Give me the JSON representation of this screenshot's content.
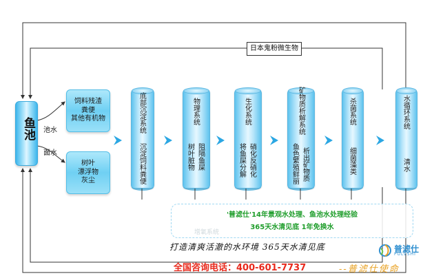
{
  "fish_pond": "鱼池",
  "pond_water_label": "池水",
  "surface_water_label": "面水",
  "bacteria_box": "日本鬼粉微生物",
  "inputs": {
    "top": [
      "饲料残渣",
      "粪便",
      "其他有机物"
    ],
    "bottom": [
      "树叶",
      "漂浮物",
      "灰尘"
    ]
  },
  "stages": [
    {
      "top": "底部沉淀系统",
      "cols": [
        "沉淀饲料粪便"
      ]
    },
    {
      "top": "物理系统",
      "cols": [
        "树叶脏物",
        "阻隔鱼屎"
      ]
    },
    {
      "top": "生化系统",
      "cols": [
        "将鱼屎分解",
        "硝化反硝化"
      ]
    },
    {
      "top": "矿物质析解系统",
      "cols": [
        "鱼色繁殖鲜丽",
        "析出矿物质"
      ]
    },
    {
      "top": "杀菌系统",
      "cols": [
        "细菌藻类"
      ]
    },
    {
      "top": "水循环系统",
      "cols": [
        "清水"
      ]
    }
  ],
  "info": {
    "line1": "'普滤仕'14年景观水处理、鱼池水处理经验",
    "line2": "365天水清见底 1年免换水",
    "watermark": "增氧系统"
  },
  "slogan": "打造清爽活澈的水环境  365天水清见底",
  "hotline": "全国咨询电话：400-601-7737",
  "mission": "--普滤仕使命",
  "brand": {
    "cn": "普滤仕",
    "en": "PULVSHI"
  },
  "colors": {
    "accent": "#2ba7e3",
    "hotline": "#e8291c",
    "mission": "#e8a020",
    "info": "#1f9d2b"
  }
}
